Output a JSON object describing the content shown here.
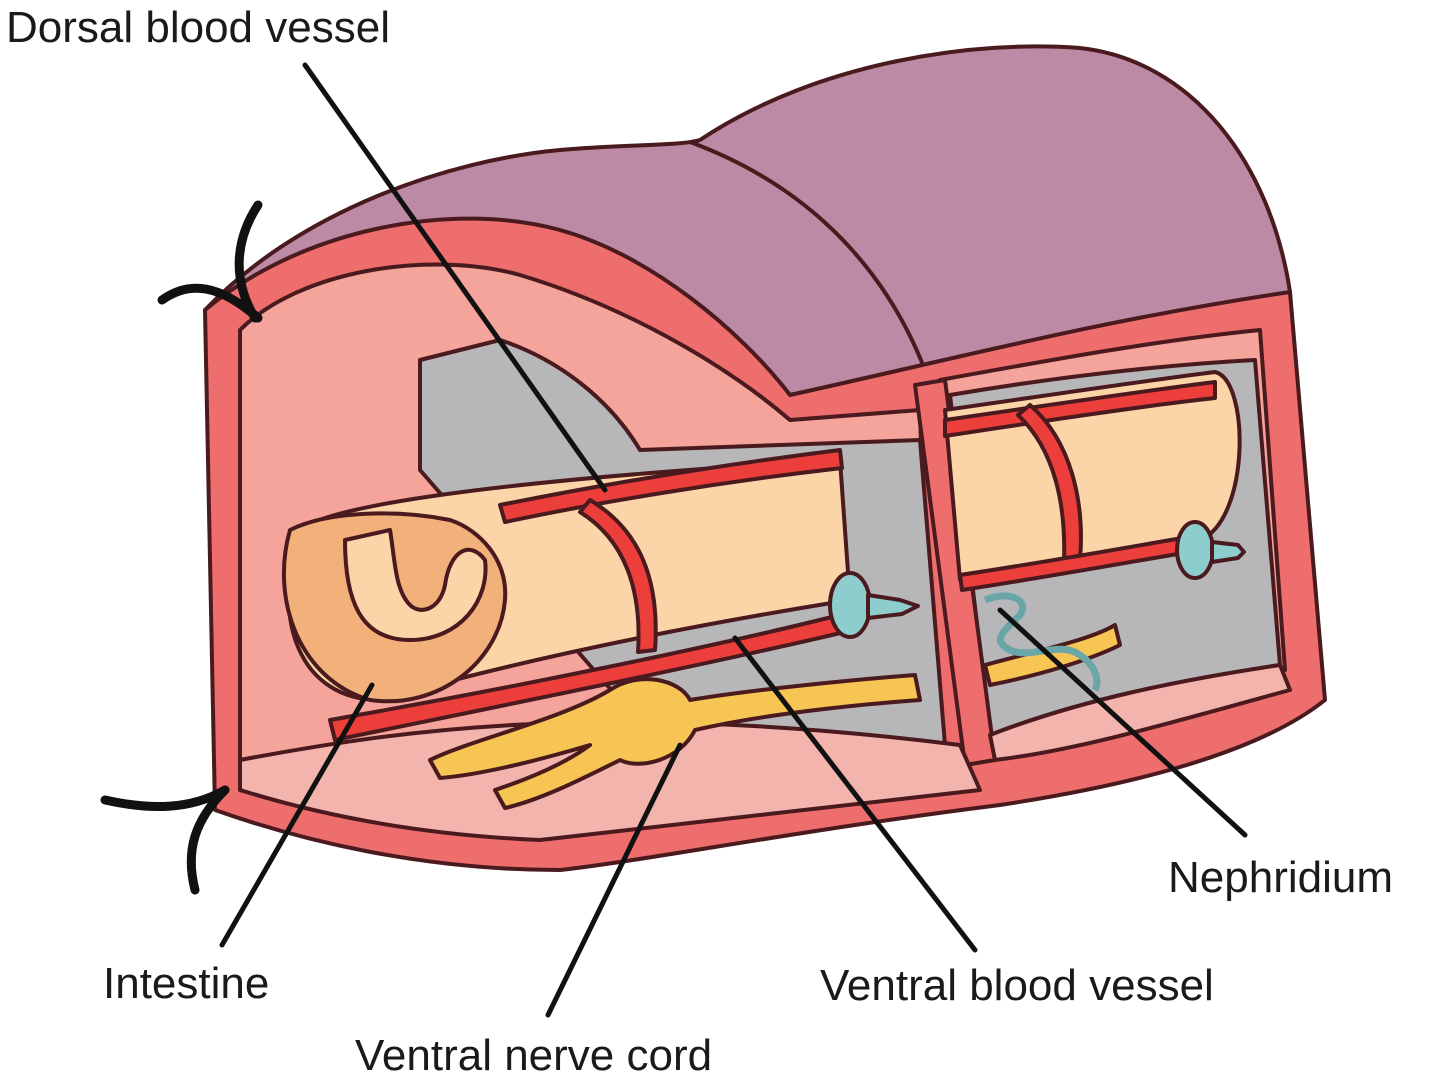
{
  "labels": {
    "dorsal_blood_vessel": "Dorsal blood vessel",
    "nephridium": "Nephridium",
    "intestine": "Intestine",
    "ventral_blood_vessel": "Ventral blood vessel",
    "ventral_nerve_cord": "Ventral nerve cord"
  },
  "colors": {
    "outline": "#4a1a1e",
    "body_wall": "#ee6e6e",
    "body_wall_inner": "#f4a49a",
    "dorsal_surface": "#bc8aa4",
    "coelom": "#b7b7b9",
    "intestine": "#fbd4a8",
    "intestine_shade": "#f2b07a",
    "blood_vessel": "#ec3f3c",
    "nerve_cord": "#f6c553",
    "nephridium": "#8ecdcd",
    "leader_line": "#111111"
  }
}
